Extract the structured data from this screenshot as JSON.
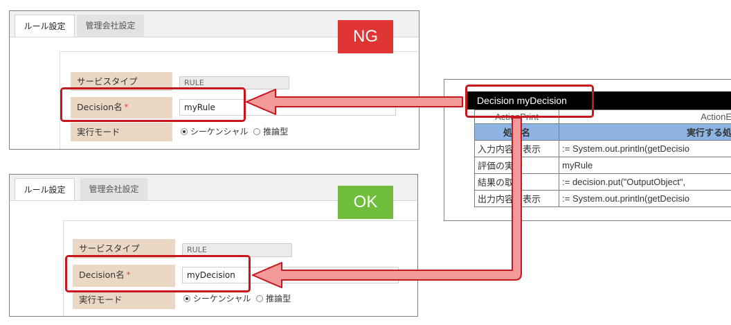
{
  "ng_panel": {
    "tabs": [
      "ルール設定",
      "管理会社設定"
    ],
    "badge": "NG",
    "badge_color": "#e03535",
    "service_type_label": "サービスタイプ",
    "service_type_value": "RULE",
    "decision_label": "Decision名",
    "required_mark": "*",
    "decision_value": "myRule",
    "exec_mode_label": "実行モード",
    "radio_1": "シーケンシャル",
    "radio_2": "推論型"
  },
  "ok_panel": {
    "tabs": [
      "ルール設定",
      "管理会社設定"
    ],
    "badge": "OK",
    "badge_color": "#6fbd3a",
    "service_type_label": "サービスタイプ",
    "service_type_value": "RULE",
    "decision_label": "Decision名",
    "required_mark": "*",
    "decision_value": "myDecision",
    "exec_mode_label": "実行モード",
    "radio_1": "シーケンシャル",
    "radio_2": "推論型"
  },
  "table_panel": {
    "declaration": "Decision myDecision",
    "sub_header": [
      "ActionPrint",
      "ActionE"
    ],
    "col_headers": [
      "処理名",
      "実行する処"
    ],
    "rows": [
      [
        "入力内容の表示",
        ":= System.out.println(getDecisio"
      ],
      [
        "評価の実行",
        "myRule"
      ],
      [
        "結果の取得",
        ":= decision.put(\"OutputObject\","
      ],
      [
        "出力内容の表示",
        ":= System.out.println(getDecisio"
      ]
    ]
  },
  "colors": {
    "highlight_red": "#c8161d",
    "arrow_fill": "#f29a9a",
    "label_bg": "#ead7c4",
    "header_blue": "#8db4e2"
  }
}
